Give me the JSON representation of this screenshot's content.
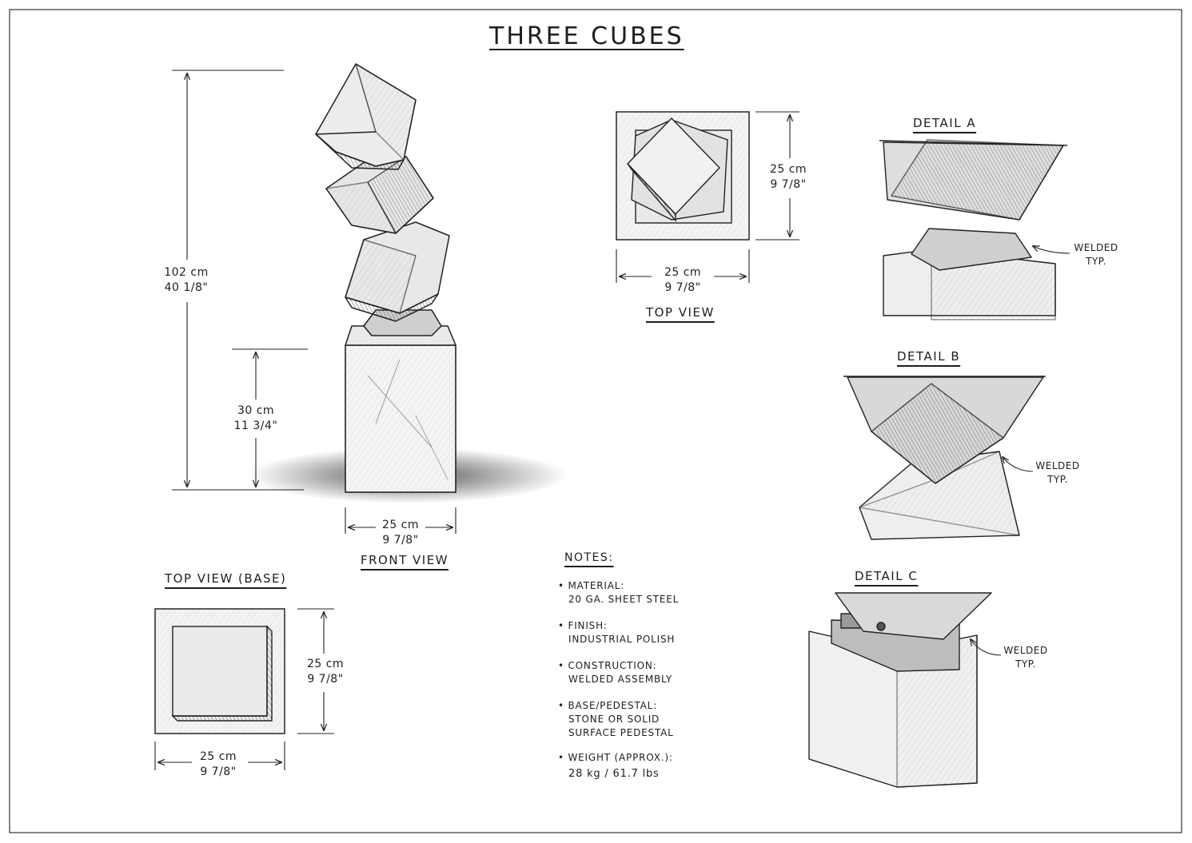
{
  "title": "THREE CUBES",
  "views": {
    "front": "FRONT VIEW",
    "top": "TOP VIEW",
    "top_base": "TOP VIEW (BASE)"
  },
  "dims": {
    "total_height_cm": "102 cm",
    "total_height_in": "40 1/8\"",
    "pedestal_height_cm": "30 cm",
    "pedestal_height_in": "11 3/4\"",
    "front_width_cm": "25 cm",
    "front_width_in": "9 7/8\"",
    "top_width_cm": "25 cm",
    "top_width_in": "9 7/8\"",
    "top_depth_cm": "25 cm",
    "top_depth_in": "9 7/8\"",
    "base_width_cm": "25 cm",
    "base_width_in": "9 7/8\"",
    "base_depth_cm": "25 cm",
    "base_depth_in": "9 7/8\""
  },
  "details": {
    "a": "DETAIL A",
    "b": "DETAIL B",
    "c": "DETAIL C",
    "welded": "WELDED",
    "typ": "TYP."
  },
  "notes": {
    "heading": "NOTES:",
    "items": [
      {
        "label": "MATERIAL:",
        "value": "20 GA. SHEET STEEL"
      },
      {
        "label": "FINISH:",
        "value": "INDUSTRIAL POLISH"
      },
      {
        "label": "CONSTRUCTION:",
        "value": "WELDED ASSEMBLY"
      },
      {
        "label": "BASE/PEDESTAL:",
        "value": "STONE OR SOLID",
        "value2": "SURFACE PEDESTAL"
      },
      {
        "label": "WEIGHT (APPROX.):",
        "value": "28 kg / 61.7 lbs"
      }
    ]
  }
}
